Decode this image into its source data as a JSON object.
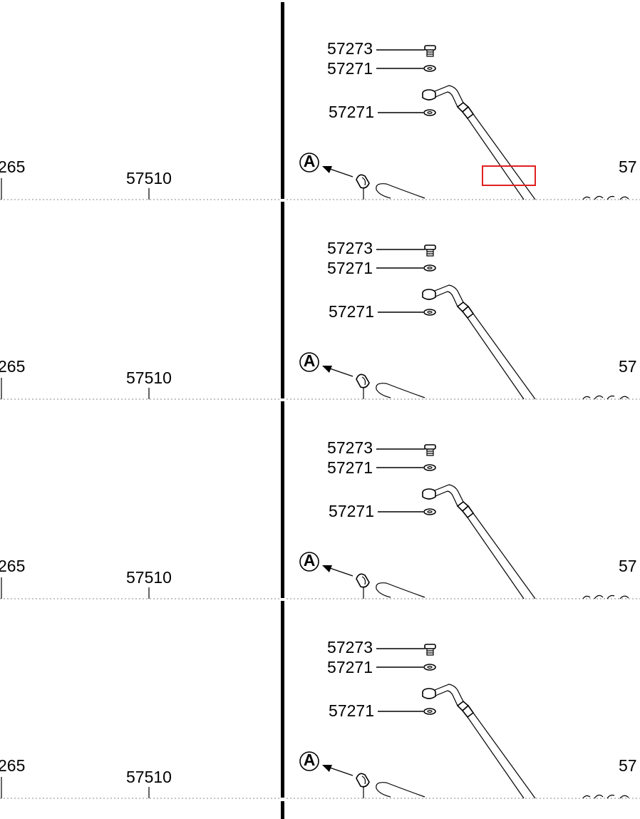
{
  "diagram": {
    "part_numbers": {
      "bolt": "57273",
      "washer_upper": "57271",
      "washer_lower": "57271",
      "left_partial": "265",
      "left_center": "57510",
      "right_partial": "57"
    },
    "callout_letter": "A",
    "highlight_color": "#e02020",
    "highlight_strip": 0,
    "strip_count": 4
  }
}
